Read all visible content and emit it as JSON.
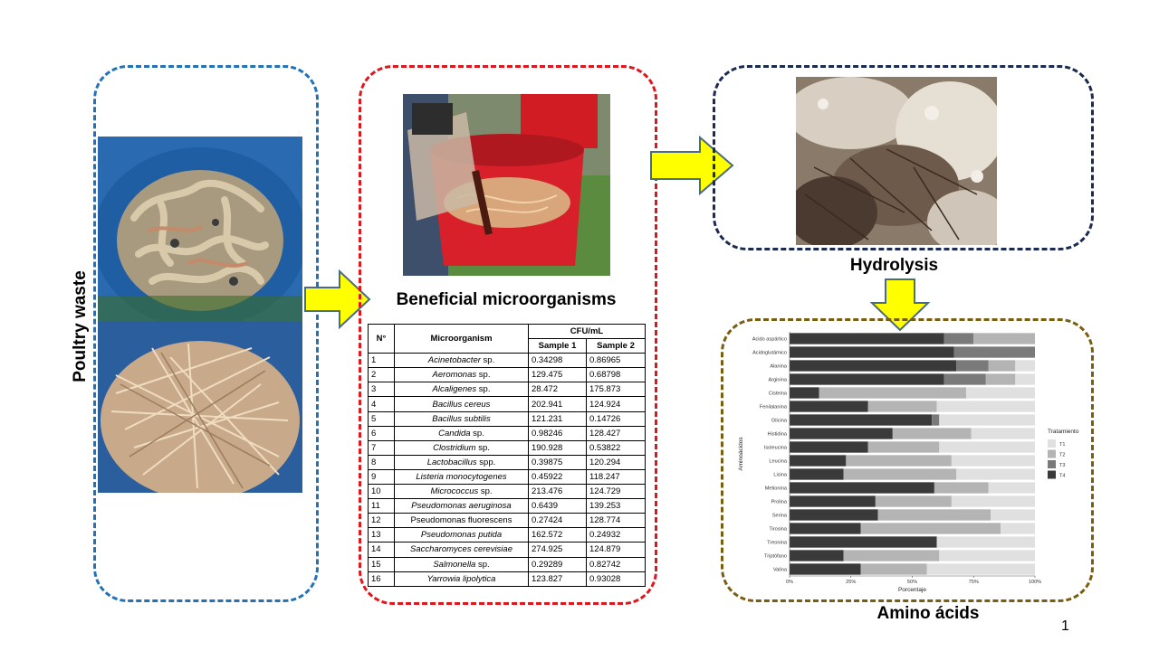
{
  "sections": {
    "poultry_waste": "Poultry waste",
    "beneficial": "Beneficial microorganisms",
    "hydrolysis": "Hydrolysis",
    "amino": "Amino ácids"
  },
  "colors": {
    "blue_box": "#2272b5",
    "red_box": "#e0161d",
    "navy_box": "#1a2a50",
    "olive_box": "#7a5e10",
    "arrow_fill": "#ffff00",
    "arrow_stroke": "#4a6a86"
  },
  "table": {
    "headers": {
      "n": "N°",
      "organism": "Microorganism",
      "cfu": "CFU/mL",
      "s1": "Sample 1",
      "s2": "Sample 2"
    },
    "rows": [
      {
        "n": "1",
        "genus": "Acinetobacter",
        "suffix": " sp.",
        "s1": "0.34298",
        "s2": "0.86965"
      },
      {
        "n": "2",
        "genus": "Aeromonas",
        "suffix": " sp.",
        "s1": "129.475",
        "s2": "0.68798"
      },
      {
        "n": "3",
        "genus": "Alcaligenes",
        "suffix": " sp.",
        "s1": "28.472",
        "s2": "175.873"
      },
      {
        "n": "4",
        "genus": "Bacillus cereus",
        "suffix": "",
        "s1": "202.941",
        "s2": "124.924"
      },
      {
        "n": "5",
        "genus": "Bacillus subtilis",
        "suffix": "",
        "s1": "121.231",
        "s2": "0.14726"
      },
      {
        "n": "6",
        "genus": "Candida",
        "suffix": " sp.",
        "s1": "0.98246",
        "s2": "128.427"
      },
      {
        "n": "7",
        "genus": "Clostridium",
        "suffix": " sp.",
        "s1": "190.928",
        "s2": "0.53822"
      },
      {
        "n": "8",
        "genus": "Lactobacillus",
        "suffix": " spp.",
        "s1": "0.39875",
        "s2": "120.294"
      },
      {
        "n": "9",
        "genus": "Listeria monocytogenes",
        "suffix": "",
        "s1": "0.45922",
        "s2": "118.247"
      },
      {
        "n": "10",
        "genus": "Micrococcus",
        "suffix": " sp.",
        "s1": "213.476",
        "s2": "124.729"
      },
      {
        "n": "11",
        "genus": "Pseudomonas aeruginosa",
        "suffix": "",
        "s1": "0.6439",
        "s2": "139.253"
      },
      {
        "n": "12",
        "genus": "",
        "suffix": "Pseudomonas fluorescens",
        "s1": "0.27424",
        "s2": "128.774"
      },
      {
        "n": "13",
        "genus": "Pseudomonas putida",
        "suffix": "",
        "s1": "162.572",
        "s2": "0.24932"
      },
      {
        "n": "14",
        "genus": "Saccharomyces cerevisiae",
        "suffix": "",
        "s1": "274.925",
        "s2": "124.879"
      },
      {
        "n": "15",
        "genus": "Salmonella",
        "suffix": " sp.",
        "s1": "0.29289",
        "s2": "0.82742"
      },
      {
        "n": "16",
        "genus": "Yarrowia lipolytica",
        "suffix": "",
        "s1": "123.827",
        "s2": "0.93028"
      }
    ]
  },
  "chart_data": {
    "type": "bar",
    "orientation": "horizontal-stacked-percent",
    "xlabel": "Porcentaje",
    "ylabel": "Aminoácidos",
    "xticks": [
      "0%",
      "25%",
      "50%",
      "75%",
      "100%"
    ],
    "xlim": [
      0,
      100
    ],
    "legend_title": "Tratamiento",
    "legend_position": "right",
    "categories": [
      "Acido aspártico",
      "Acidoglutámico",
      "Alanina",
      "Arginina",
      "Cisteina",
      "Fenilalanina",
      "Glicina",
      "Histidina",
      "Isoleucina",
      "Leucina",
      "Lisina",
      "Metionina",
      "Prolina",
      "Serina",
      "Tirosina",
      "Treonina",
      "Triptófano",
      "Valina"
    ],
    "series": [
      {
        "name": "T4",
        "color": "#3a3a3a",
        "values": [
          63,
          67,
          68,
          63,
          12,
          32,
          58,
          42,
          32,
          23,
          22,
          59,
          35,
          36,
          29,
          60,
          22,
          29
        ]
      },
      {
        "name": "T3",
        "color": "#7a7a7a",
        "values": [
          12,
          33,
          13,
          17,
          0,
          0,
          3,
          0,
          0,
          0,
          0,
          0,
          0,
          0,
          0,
          0,
          0,
          0
        ]
      },
      {
        "name": "T2",
        "color": "#b4b4b4",
        "values": [
          25,
          0,
          11,
          12,
          60,
          28,
          0,
          32,
          29,
          43,
          46,
          22,
          31,
          46,
          57,
          0,
          39,
          27
        ]
      },
      {
        "name": "T1",
        "color": "#e0e0e0",
        "values": [
          0,
          0,
          8,
          8,
          28,
          40,
          39,
          26,
          39,
          34,
          32,
          19,
          34,
          18,
          14,
          40,
          39,
          44
        ]
      }
    ]
  },
  "page_number": "1"
}
